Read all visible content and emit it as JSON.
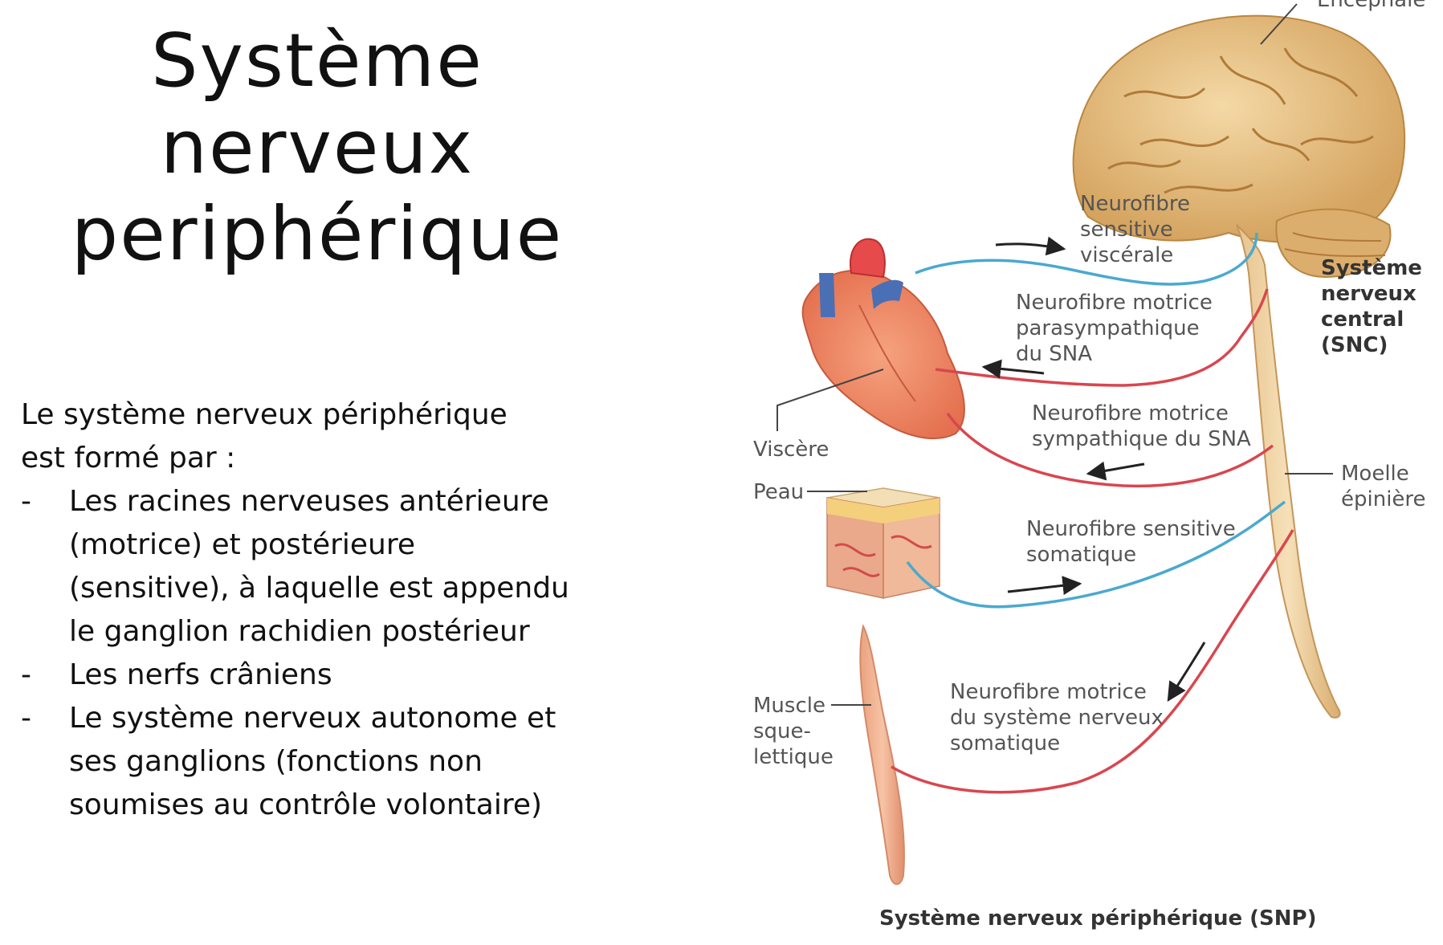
{
  "title": {
    "line1": "Système nerveux",
    "line2": "periphérique"
  },
  "intro": {
    "line1": "Le système nerveux périphérique",
    "line2": "est formé par :"
  },
  "bullets": [
    {
      "dash": "-",
      "lines": [
        "Les racines nerveuses antérieure",
        "(motrice) et postérieure",
        "(sensitive), à laquelle est appendu",
        "le ganglion rachidien postérieur"
      ]
    },
    {
      "dash": "-",
      "lines": [
        "Les nerfs crâniens"
      ]
    },
    {
      "dash": "-",
      "lines": [
        "Le système nerveux autonome et",
        "ses ganglions (fonctions non",
        "soumises au contrôle volontaire)"
      ]
    }
  ],
  "diagram": {
    "encephale": "Encéphale",
    "snc": [
      "Système",
      "nerveux",
      "central",
      "(SNC)"
    ],
    "moelle": [
      "Moelle",
      "épinière"
    ],
    "visceral_sensory": [
      "Neurofibre",
      "sensitive",
      "viscérale"
    ],
    "parasympathetic": [
      "Neurofibre motrice",
      "parasympathique",
      "du SNA"
    ],
    "sympathetic": [
      "Neurofibre motrice",
      "sympathique du SNA"
    ],
    "somatic_sensory": [
      "Neurofibre sensitive",
      "somatique"
    ],
    "somatic_motor": [
      "Neurofibre motrice",
      "du système nerveux",
      "somatique"
    ],
    "viscere": "Viscère",
    "peau": "Peau",
    "muscle": [
      "Muscle",
      "sque-",
      "lettique"
    ],
    "snp_caption": "Système nerveux périphérique (SNP)",
    "colors": {
      "sensory": "#4aa9cf",
      "motor": "#d9464f",
      "nerve_tissue": "#e8c592",
      "label": "#555555"
    }
  }
}
